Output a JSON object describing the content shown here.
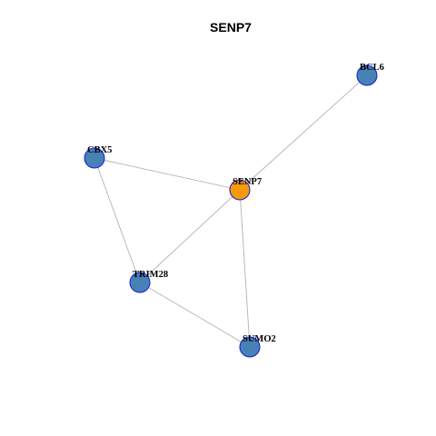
{
  "title": "SENP7",
  "colors": {
    "focus_node": "#F49A0B",
    "neighbor_node": "#4682B4",
    "node_border": "#1A1ADB",
    "edge": "#B3B3B3"
  },
  "nodes": [
    {
      "id": "SENP7",
      "label": "SENP7",
      "role": "focus"
    },
    {
      "id": "BCL6",
      "label": "BCL6",
      "role": "neighbor"
    },
    {
      "id": "CBX5",
      "label": "CBX5",
      "role": "neighbor"
    },
    {
      "id": "TRIM28",
      "label": "TRIM28",
      "role": "neighbor"
    },
    {
      "id": "SUMO2",
      "label": "SUMO2",
      "role": "neighbor"
    }
  ],
  "edges": [
    {
      "source": "BCL6",
      "target": "SENP7"
    },
    {
      "source": "CBX5",
      "target": "SENP7"
    },
    {
      "source": "CBX5",
      "target": "TRIM28"
    },
    {
      "source": "SENP7",
      "target": "TRIM28"
    },
    {
      "source": "SENP7",
      "target": "SUMO2"
    },
    {
      "source": "TRIM28",
      "target": "SUMO2"
    }
  ]
}
